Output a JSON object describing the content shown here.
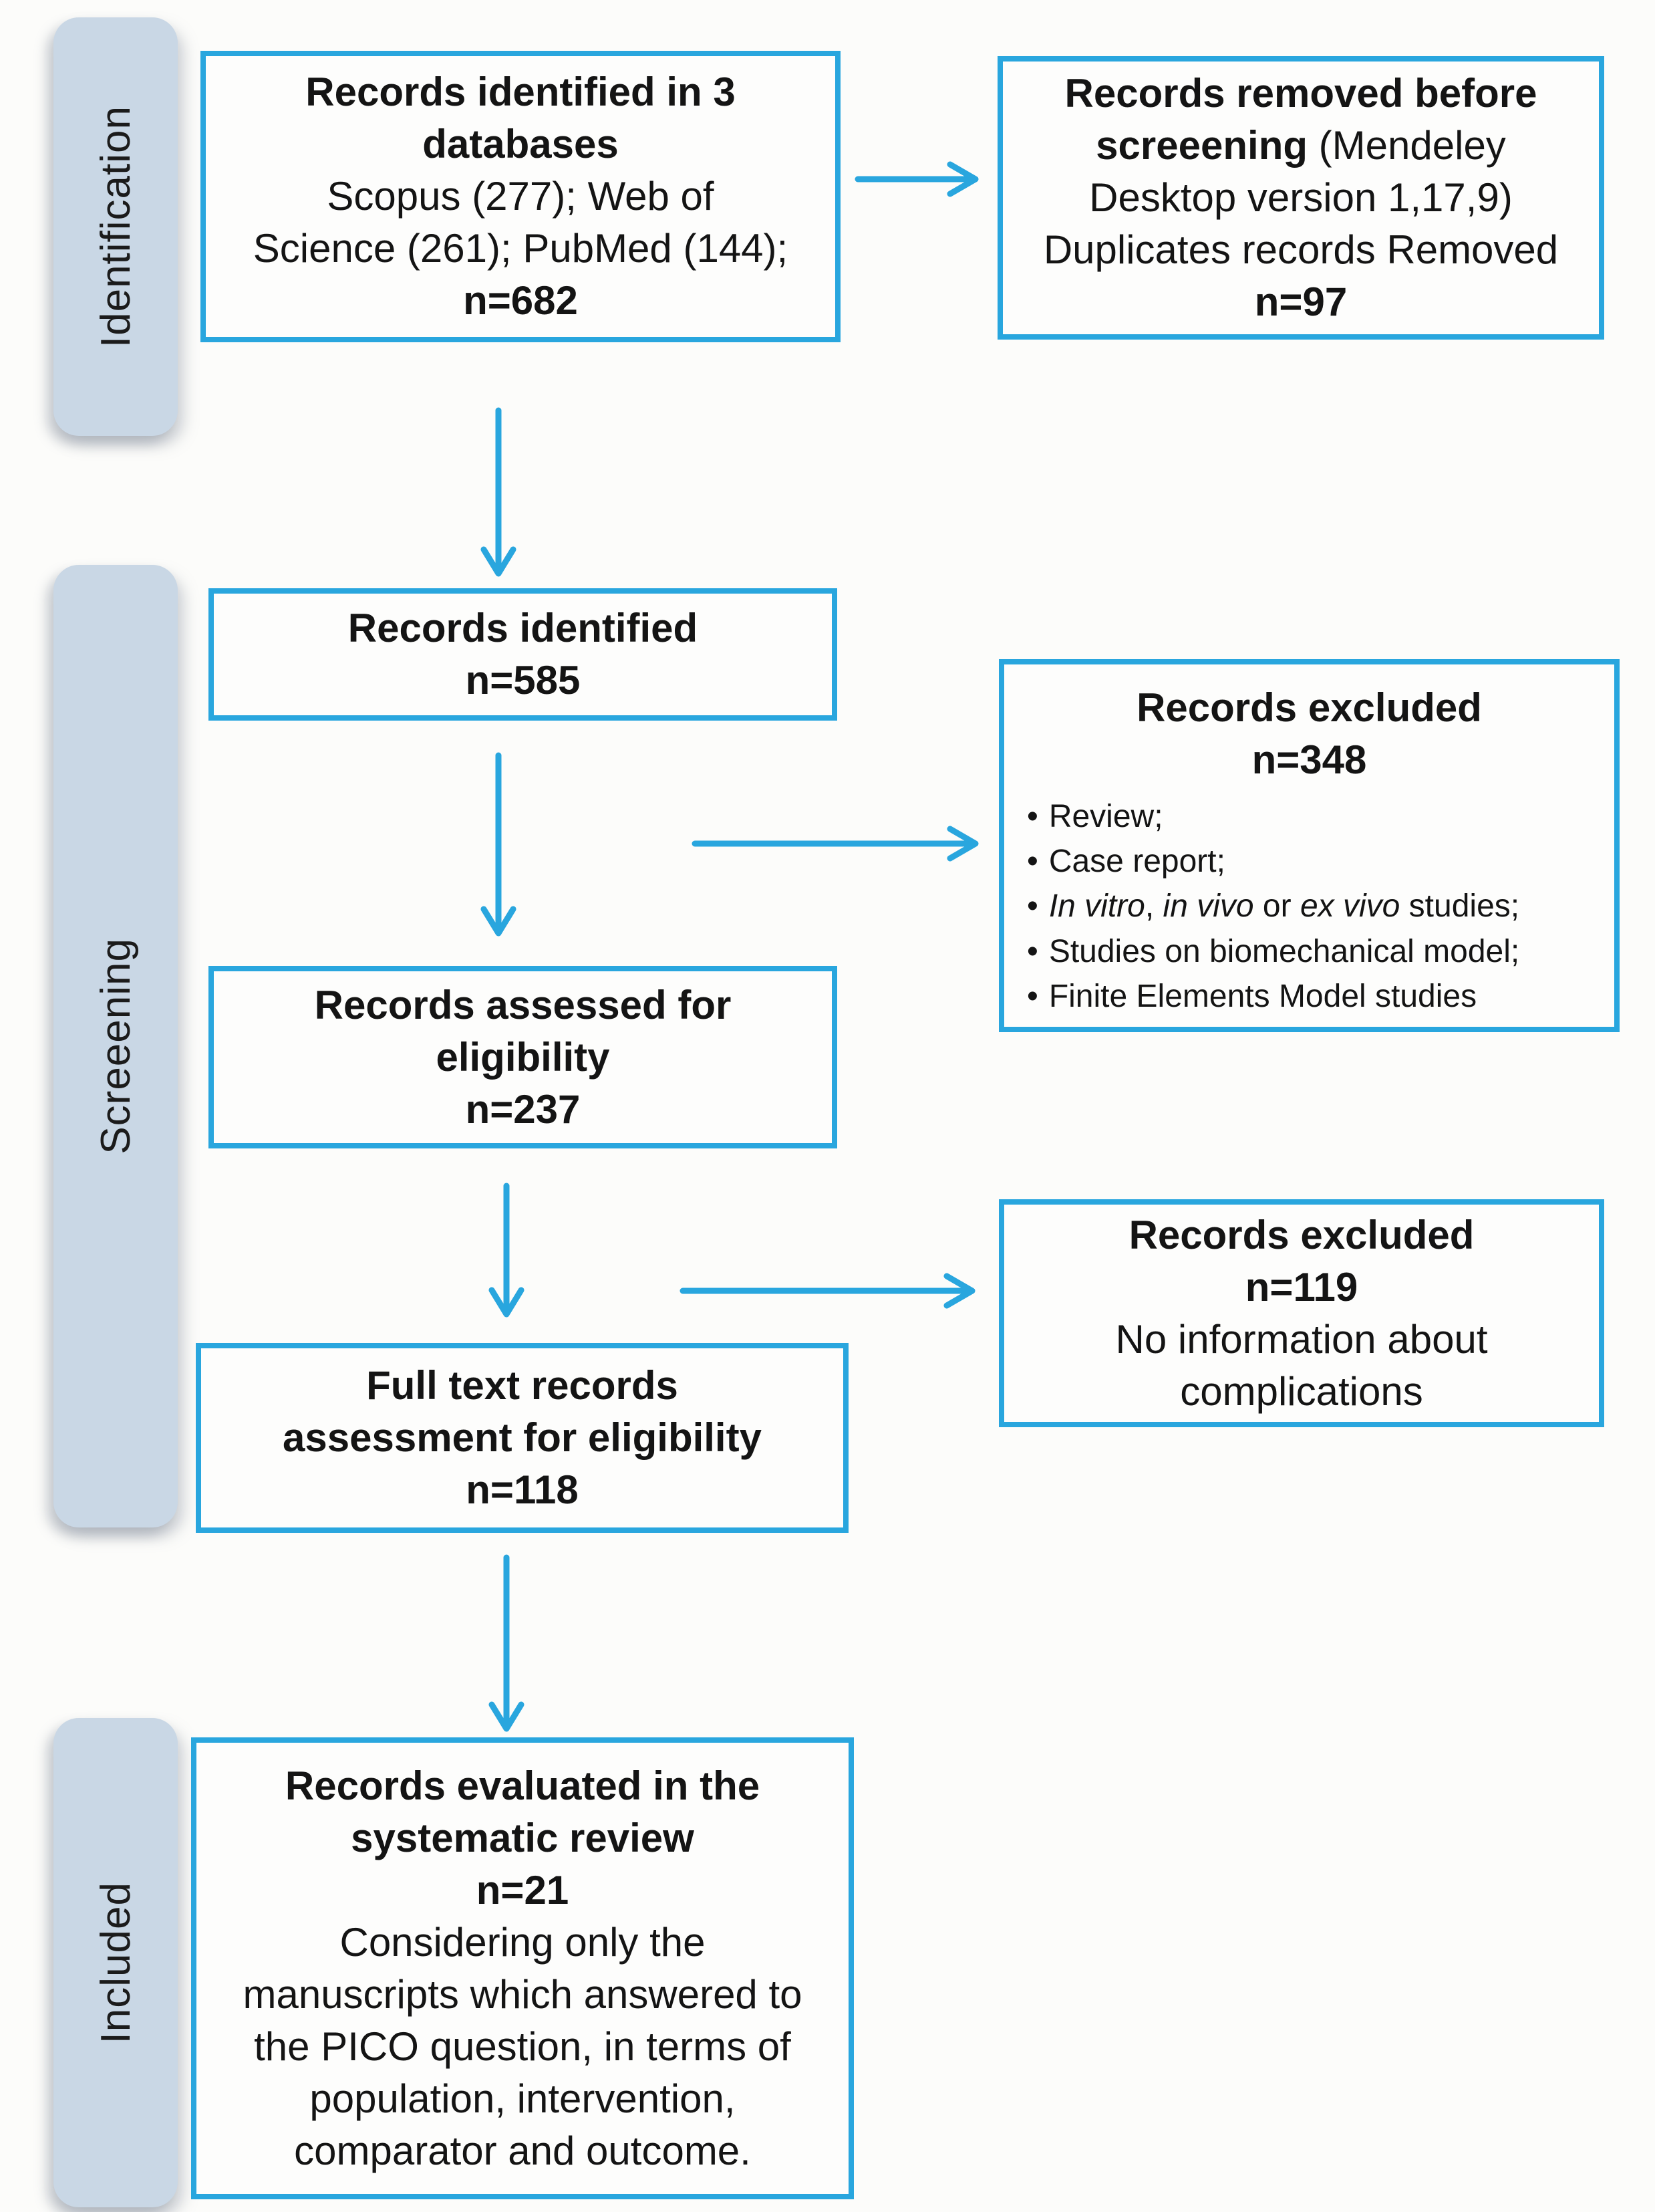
{
  "colors": {
    "accent": "#29a6de",
    "band_fill": "#c9d7e5",
    "text": "#141414"
  },
  "bullet_char": "•",
  "stages": {
    "identification": "Identification",
    "screening": "Screeening",
    "included": "Included"
  },
  "boxes": {
    "identified_db": {
      "title": "Records identified in 3\ndatabases",
      "detail": "Scopus (277); Web of\nScience (261); PubMed (144);",
      "count": "n=682"
    },
    "removed": {
      "title": "Records removed before\nscreeening",
      "detail": " (Mendeley\nDesktop version 1,17,9)\nDuplicates records Removed",
      "count": "n=97"
    },
    "identified": {
      "title": "Records identified",
      "count": "n=585"
    },
    "excluded_screening": {
      "title": "Records excluded",
      "count": "n=348",
      "bullet1": "Review;",
      "bullet2": "Case report;",
      "bullet3": {
        "it1": "In vitro",
        "sep1": ", ",
        "it2": "in vivo",
        "sep2": " or ",
        "it3": "ex vivo",
        "tail": " studies;"
      },
      "bullet4": "Studies on biomechanical model;",
      "bullet5": "Finite Elements Model studies"
    },
    "assessed": {
      "title": "Records assessed for\neligibility",
      "count": "n=237"
    },
    "excluded_fulltext": {
      "title": "Records excluded",
      "count": "n=119",
      "detail": "No information about\ncomplications"
    },
    "fulltext": {
      "title": "Full text records\nassessment for eligibility",
      "count": "n=118"
    },
    "evaluated": {
      "title": "Records evaluated in the\nsystematic review",
      "count": "n=21",
      "detail": "Considering only the\nmanuscripts which answered to\nthe PICO question, in terms of\npopulation, intervention,\ncomparator and outcome."
    }
  }
}
